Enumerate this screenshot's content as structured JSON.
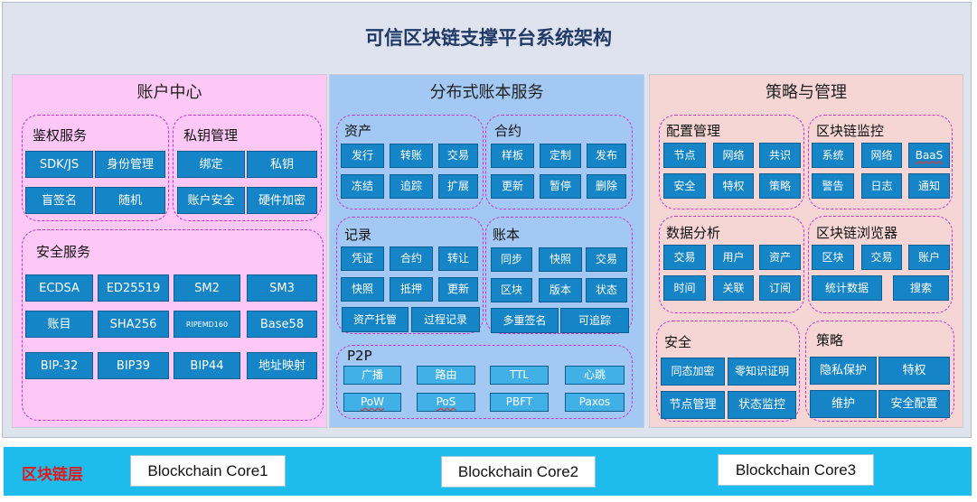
{
  "title": "可信区块链支撑平台系统架构",
  "panels": {
    "account": "账户中心",
    "ledger": "分布式账本服务",
    "policy": "策略与管理"
  },
  "account": {
    "auth": {
      "title": "鉴权服务",
      "items": [
        "SDK/JS",
        "身份管理",
        "盲签名",
        "随机"
      ]
    },
    "key": {
      "title": "私钥管理",
      "items": [
        "绑定",
        "私钥",
        "账户安全",
        "硬件加密"
      ]
    },
    "security": {
      "title": "安全服务",
      "items": [
        "ECDSA",
        "ED25519",
        "SM2",
        "SM3",
        "账目",
        "SHA256",
        "RIPEMD160",
        "Base58",
        "BIP-32",
        "BIP39",
        "BIP44",
        "地址映射"
      ]
    }
  },
  "ledger": {
    "asset": {
      "title": "资产",
      "items": [
        "发行",
        "转账",
        "交易",
        "冻结",
        "追踪",
        "扩展"
      ]
    },
    "contract": {
      "title": "合约",
      "items": [
        "样板",
        "定制",
        "发布",
        "更新",
        "暂停",
        "删除"
      ]
    },
    "record": {
      "title": "记录",
      "items": [
        "凭证",
        "合约",
        "转让",
        "快照",
        "抵押",
        "更新",
        "资产托管",
        "过程记录"
      ]
    },
    "book": {
      "title": "账本",
      "items": [
        "同步",
        "快照",
        "交易",
        "区块",
        "版本",
        "状态",
        "多重签名",
        "可追踪"
      ]
    },
    "p2p": {
      "title": "P2P",
      "items": [
        "广播",
        "路由",
        "TTL",
        "心跳",
        "PoW",
        "PoS",
        "PBFT",
        "Paxos"
      ]
    }
  },
  "policy": {
    "config": {
      "title": "配置管理",
      "items": [
        "节点",
        "网络",
        "共识",
        "安全",
        "特权",
        "策略"
      ]
    },
    "monitor": {
      "title": "区块链监控",
      "items": [
        "系统",
        "网络",
        "BaaS",
        "警告",
        "日志",
        "通知"
      ]
    },
    "analysis": {
      "title": "数据分析",
      "items": [
        "交易",
        "用户",
        "资产",
        "时间",
        "关联",
        "订阅"
      ]
    },
    "browser": {
      "title": "区块链浏览器",
      "items": [
        "区块",
        "交易",
        "账户",
        "统计数据",
        "搜索"
      ]
    },
    "security": {
      "title": "安全",
      "items": [
        "同态加密",
        "零知识证明",
        "节点管理",
        "状态监控"
      ]
    },
    "strategy": {
      "title": "策略",
      "items": [
        "隐私保护",
        "特权",
        "维护",
        "安全配置"
      ]
    }
  },
  "chain": {
    "label": "区块链层",
    "cores": [
      "Blockchain Core1",
      "Blockchain Core2",
      "Blockchain Core3"
    ]
  }
}
